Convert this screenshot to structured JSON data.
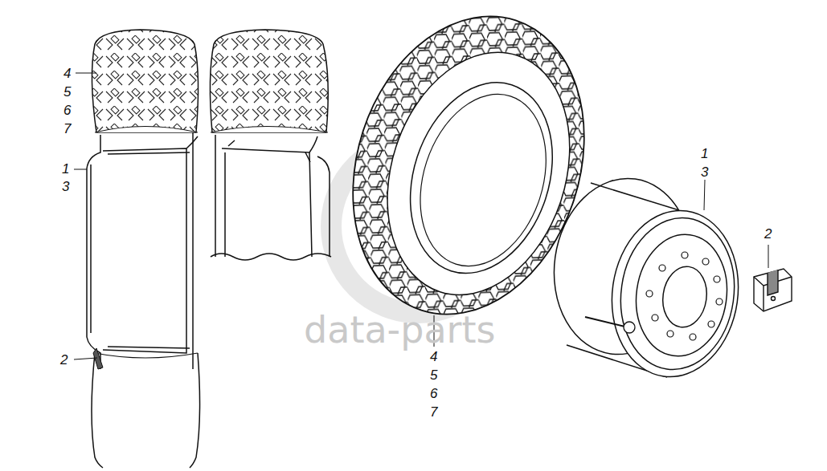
{
  "diagram": {
    "labels": [
      "4",
      "5",
      "6",
      "7",
      "1",
      "3",
      "2",
      "4",
      "5",
      "6",
      "7",
      "1",
      "3",
      "2",
      "data-parts"
    ]
  }
}
